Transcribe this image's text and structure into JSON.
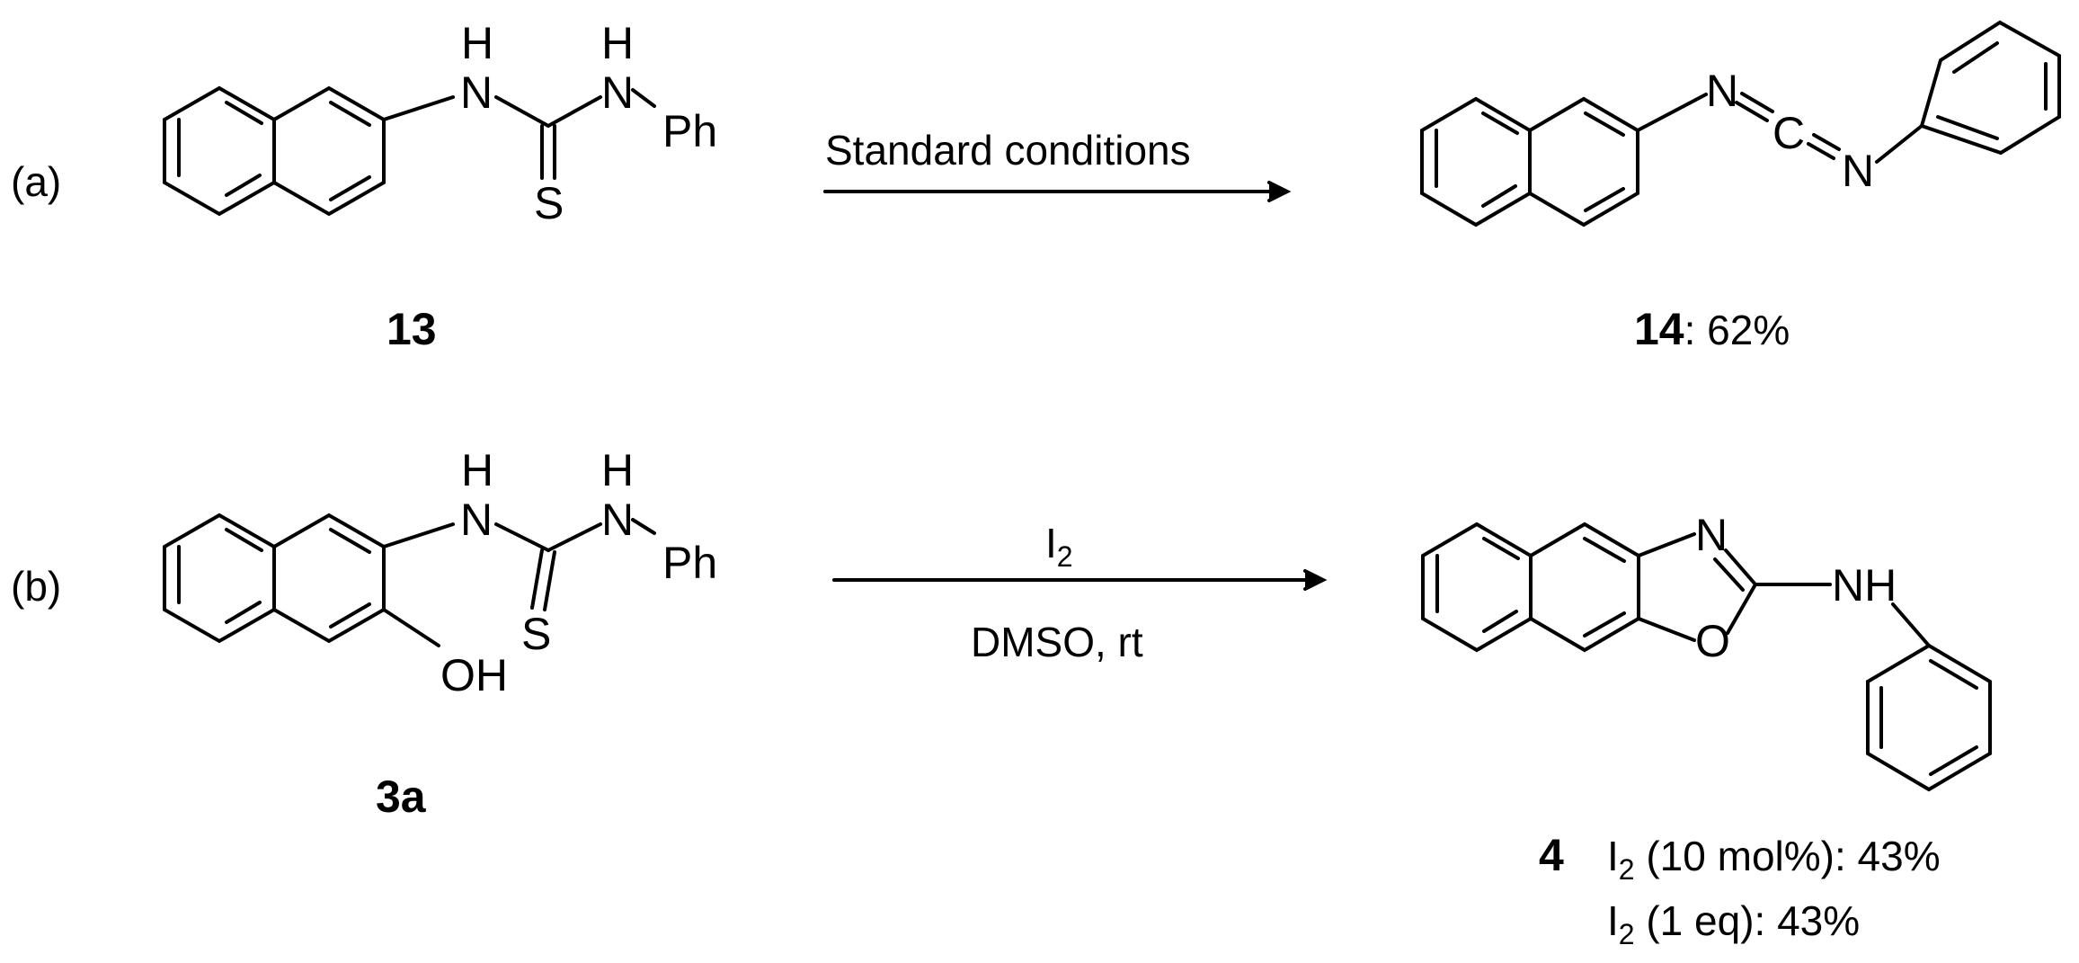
{
  "reaction_a": {
    "label": "(a)",
    "conditions": "Standard conditions",
    "reactant": {
      "id": "13",
      "atoms": {
        "nh1_h": "H",
        "nh1_n": "N",
        "nh2_h": "H",
        "nh2_n": "N",
        "ph": "Ph",
        "s": "S"
      }
    },
    "product": {
      "id": "14",
      "yield": ": 62%",
      "atoms": {
        "n1": "N",
        "c": "C",
        "n2": "N"
      }
    }
  },
  "reaction_b": {
    "label": "(b)",
    "reagent": "I",
    "reagent_sub": "2",
    "conditions": "DMSO, rt",
    "reactant": {
      "id": "3a",
      "atoms": {
        "nh1_h": "H",
        "nh1_n": "N",
        "nh2_h": "H",
        "nh2_n": "N",
        "ph": "Ph",
        "s": "S",
        "oh": "OH"
      }
    },
    "product": {
      "id": "4",
      "atoms": {
        "n": "N",
        "o": "O",
        "nh": "NH"
      },
      "yields": [
        {
          "reagent": "I",
          "sub": "2",
          "text": " (10 mol%): 43%"
        },
        {
          "reagent": "I",
          "sub": "2",
          "text": " (1 eq): 43%"
        }
      ]
    }
  }
}
